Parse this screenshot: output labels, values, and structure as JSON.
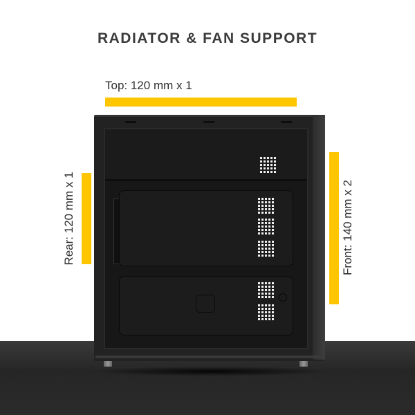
{
  "title": "RADIATOR & FAN SUPPORT",
  "annotations": {
    "top": {
      "label": "Top: 120 mm x 1",
      "bar_color": "#ffc600"
    },
    "rear": {
      "label": "Rear: 120 mm x 1",
      "bar_color": "#ffc600"
    },
    "front": {
      "label": "Front: 140 mm x 2",
      "bar_color": "#ffc600"
    }
  },
  "product": {
    "description": "black PC case, side view with panel removed"
  },
  "colors": {
    "accent": "#ffc600",
    "title_text": "#3b3b3b",
    "floor": "#2a2a2a",
    "case": "#1c1c1c"
  }
}
